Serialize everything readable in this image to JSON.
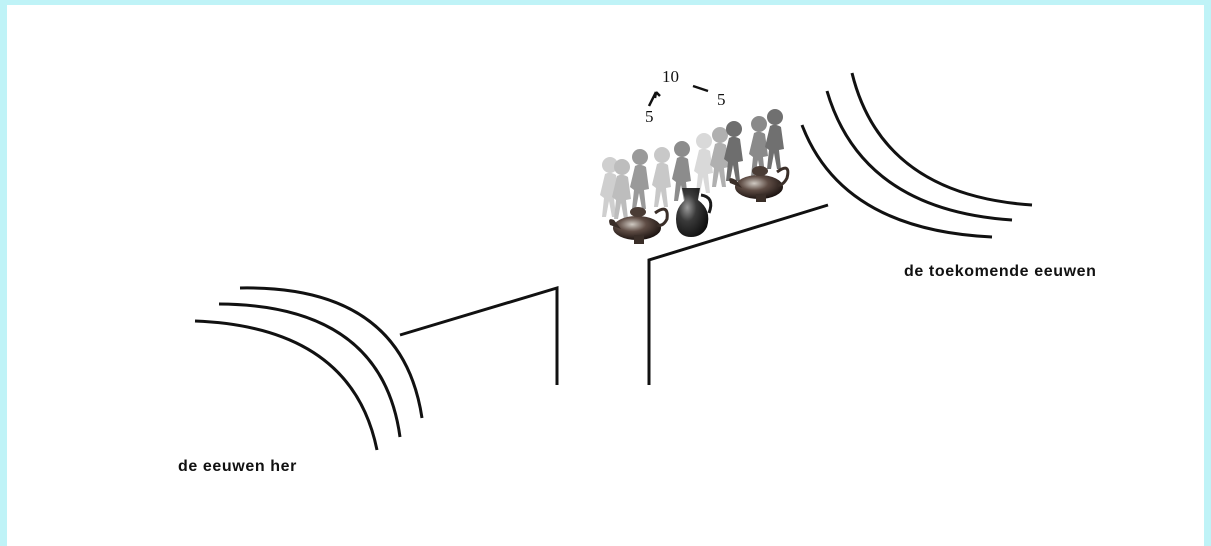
{
  "labels": {
    "past": "de eeuwen her",
    "future": "de toekomende eeuwen"
  },
  "counts": {
    "left": "5",
    "top": "10",
    "right": "5"
  },
  "figures": {
    "people_count": 10,
    "lamps_count": 2,
    "jug_count": 1
  },
  "colors": {
    "frame": "#bff3f7",
    "background": "#ffffff",
    "ink": "#111111"
  }
}
